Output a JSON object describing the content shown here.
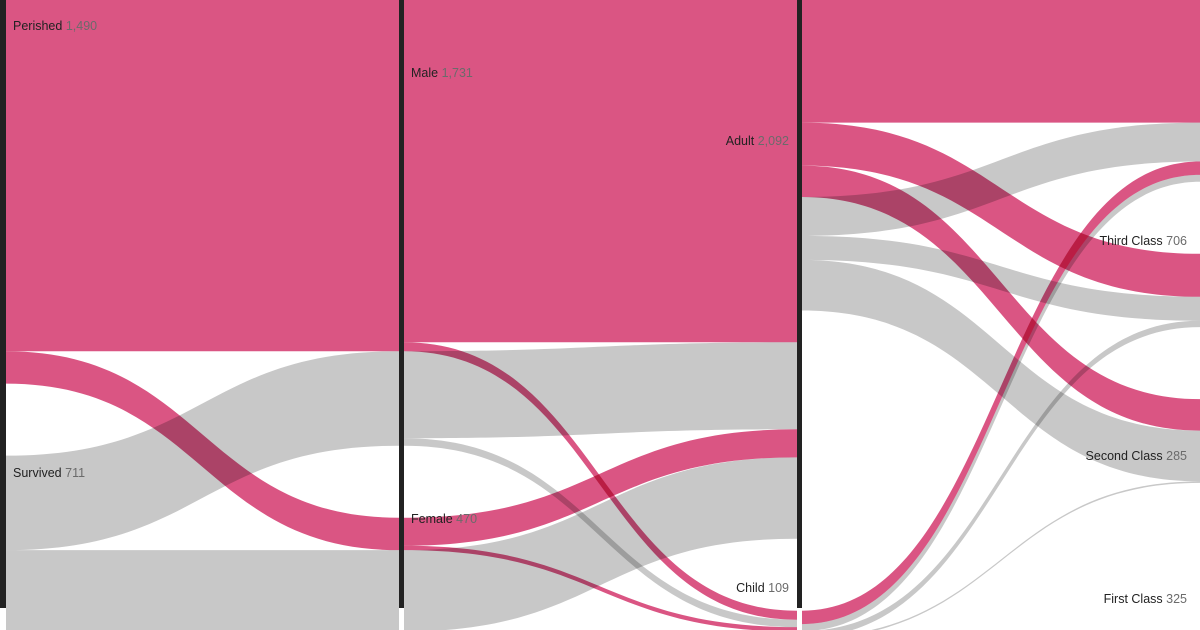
{
  "colors": {
    "perished": "#d9507f",
    "survived": "#c8c8c8",
    "bar": "#222222",
    "background": "#ffffff"
  },
  "nodes": {
    "perished": {
      "label": "Perished",
      "value": "1,490"
    },
    "survived": {
      "label": "Survived",
      "value": "711"
    },
    "male": {
      "label": "Male",
      "value": "1,731"
    },
    "female": {
      "label": "Female",
      "value": "470"
    },
    "adult": {
      "label": "Adult",
      "value": "2,092"
    },
    "child": {
      "label": "Child",
      "value": "109"
    },
    "third_class": {
      "label": "Third Class",
      "value": "706"
    },
    "second_class": {
      "label": "Second Class",
      "value": "285"
    },
    "first_class": {
      "label": "First Class",
      "value": "325"
    }
  },
  "chart_data": {
    "type": "sankey",
    "stages": [
      [
        "Perished",
        "Survived"
      ],
      [
        "Male",
        "Female"
      ],
      [
        "Adult",
        "Child"
      ],
      [
        "Third Class",
        "Second Class",
        "First Class"
      ]
    ],
    "node_values": {
      "Perished": 1490,
      "Survived": 711,
      "Male": 1731,
      "Female": 470,
      "Adult": 2092,
      "Child": 109,
      "Third Class": 706,
      "Second Class": 285,
      "First Class": 325
    },
    "flows": [
      {
        "source": "Perished",
        "target": "Male",
        "value": 1364,
        "outcome": "perished"
      },
      {
        "source": "Perished",
        "target": "Female",
        "value": 126,
        "outcome": "perished"
      },
      {
        "source": "Survived",
        "target": "Male",
        "value": 367,
        "outcome": "survived"
      },
      {
        "source": "Survived",
        "target": "Female",
        "value": 344,
        "outcome": "survived"
      },
      {
        "source": "Male",
        "target": "Adult",
        "value": 1329,
        "outcome": "perished"
      },
      {
        "source": "Male",
        "target": "Child",
        "value": 35,
        "outcome": "perished"
      },
      {
        "source": "Male",
        "target": "Adult",
        "value": 338,
        "outcome": "survived"
      },
      {
        "source": "Male",
        "target": "Child",
        "value": 29,
        "outcome": "survived"
      },
      {
        "source": "Female",
        "target": "Adult",
        "value": 109,
        "outcome": "perished"
      },
      {
        "source": "Female",
        "target": "Child",
        "value": 17,
        "outcome": "perished"
      },
      {
        "source": "Female",
        "target": "Adult",
        "value": 316,
        "outcome": "survived"
      },
      {
        "source": "Female",
        "target": "Child",
        "value": 28,
        "outcome": "survived"
      },
      {
        "source": "Adult",
        "target": "Third Class",
        "value": 476,
        "outcome": "perished"
      },
      {
        "source": "Adult",
        "target": "Second Class",
        "value": 167,
        "outcome": "perished"
      },
      {
        "source": "Adult",
        "target": "First Class",
        "value": 122,
        "outcome": "perished"
      },
      {
        "source": "Adult",
        "target": "Third Class",
        "value": 151,
        "outcome": "survived"
      },
      {
        "source": "Adult",
        "target": "Second Class",
        "value": 93,
        "outcome": "survived"
      },
      {
        "source": "Adult",
        "target": "First Class",
        "value": 197,
        "outcome": "survived"
      },
      {
        "source": "Child",
        "target": "Third Class",
        "value": 52,
        "outcome": "perished"
      },
      {
        "source": "Child",
        "target": "Third Class",
        "value": 27,
        "outcome": "survived"
      },
      {
        "source": "Child",
        "target": "Second Class",
        "value": 25,
        "outcome": "survived"
      },
      {
        "source": "Child",
        "target": "First Class",
        "value": 6,
        "outcome": "survived"
      }
    ]
  }
}
